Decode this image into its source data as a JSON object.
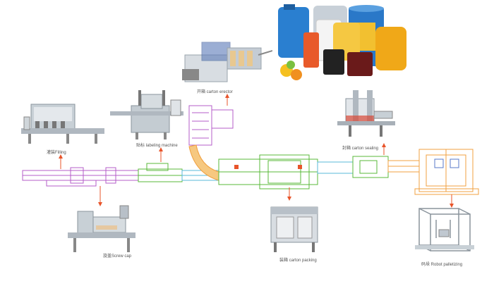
{
  "stations": {
    "filling": {
      "label": "灌装Filling"
    },
    "labeling": {
      "label": "贴标 labeling machine"
    },
    "carton_erector": {
      "label": "开箱 carton erector"
    },
    "carton_sealing": {
      "label": "封箱 carton sealing"
    },
    "screw_cap": {
      "label": "旋盖Screw cap"
    },
    "carton_packing": {
      "label": "装箱 carton packing"
    },
    "robot_palletizing": {
      "label": "码垛 Robot palletizing"
    }
  },
  "colors": {
    "arrow": "#e8542a",
    "line_purple": "#b45cc8",
    "line_green": "#58b838",
    "line_orange": "#f0a040",
    "line_cyan": "#5ab8d8",
    "line_blue": "#5a78c8",
    "machine_gray": "#9aa4ac"
  }
}
